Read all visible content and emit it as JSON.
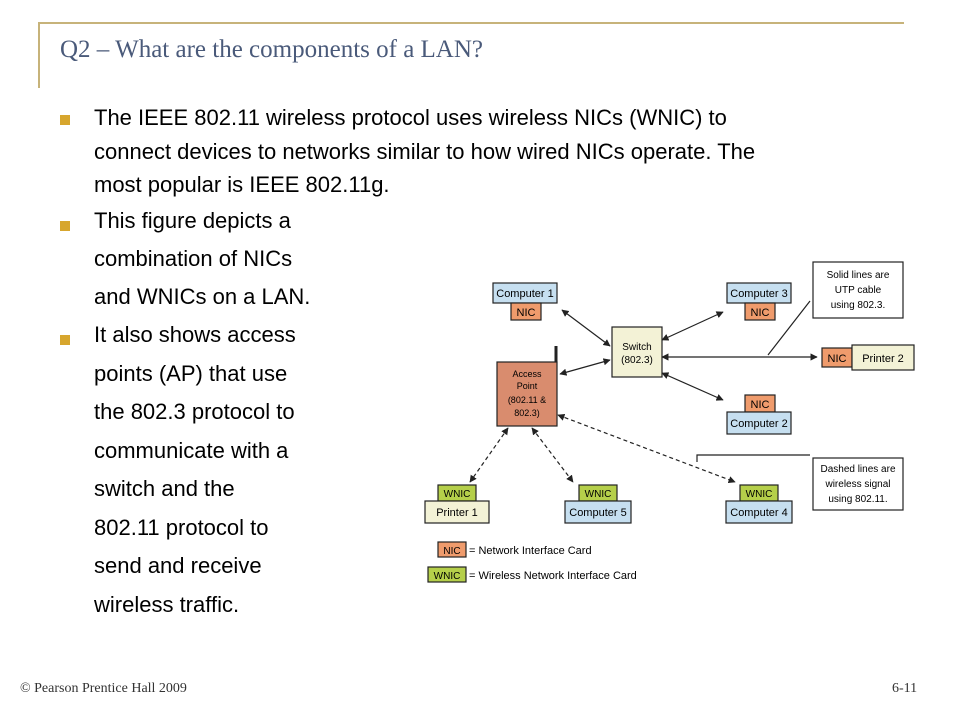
{
  "title": "Q2 – What are the components of a LAN?",
  "bullets": [
    {
      "lines": [
        "The IEEE 802.11 wireless protocol uses wireless NICs (WNIC) to",
        "connect devices to networks similar to how wired NICs operate. The",
        "most popular is IEEE 802.11g."
      ]
    },
    {
      "lines": [
        "This figure depicts a",
        "combination of NICs",
        "and WNICs on a LAN."
      ]
    },
    {
      "lines": [
        "It also shows access",
        "points (AP) that use",
        "the 802.3 protocol to",
        "communicate with a",
        "switch and the",
        "802.11 protocol to",
        "send and receive",
        "wireless traffic."
      ]
    }
  ],
  "diagram": {
    "nic_label": "NIC",
    "wnic_label": "WNIC",
    "switch": [
      "Switch",
      "(802.3)"
    ],
    "access_point": [
      "Access",
      "Point",
      "(802.11 &",
      "802.3)"
    ],
    "computer1": "Computer 1",
    "computer2": "Computer 2",
    "computer3": "Computer 3",
    "computer4": "Computer 4",
    "computer5": "Computer 5",
    "printer1": "Printer 1",
    "printer2": "Printer 2",
    "note_solid": [
      "Solid lines are",
      "UTP cable",
      "using 802.3."
    ],
    "note_dashed": [
      "Dashed lines are",
      "wireless signal",
      "using 802.11."
    ],
    "legend_nic": "= Network Interface Card",
    "legend_wnic": "= Wireless Network Interface Card",
    "colors": {
      "device": "#c6dff0",
      "nic": "#ef9b6c",
      "wnic": "#b5cf4a",
      "switch": "#f3f2d6",
      "access_point": "#d98c6e"
    }
  },
  "footer": {
    "left": "© Pearson Prentice Hall 2009",
    "right": "6-11"
  }
}
